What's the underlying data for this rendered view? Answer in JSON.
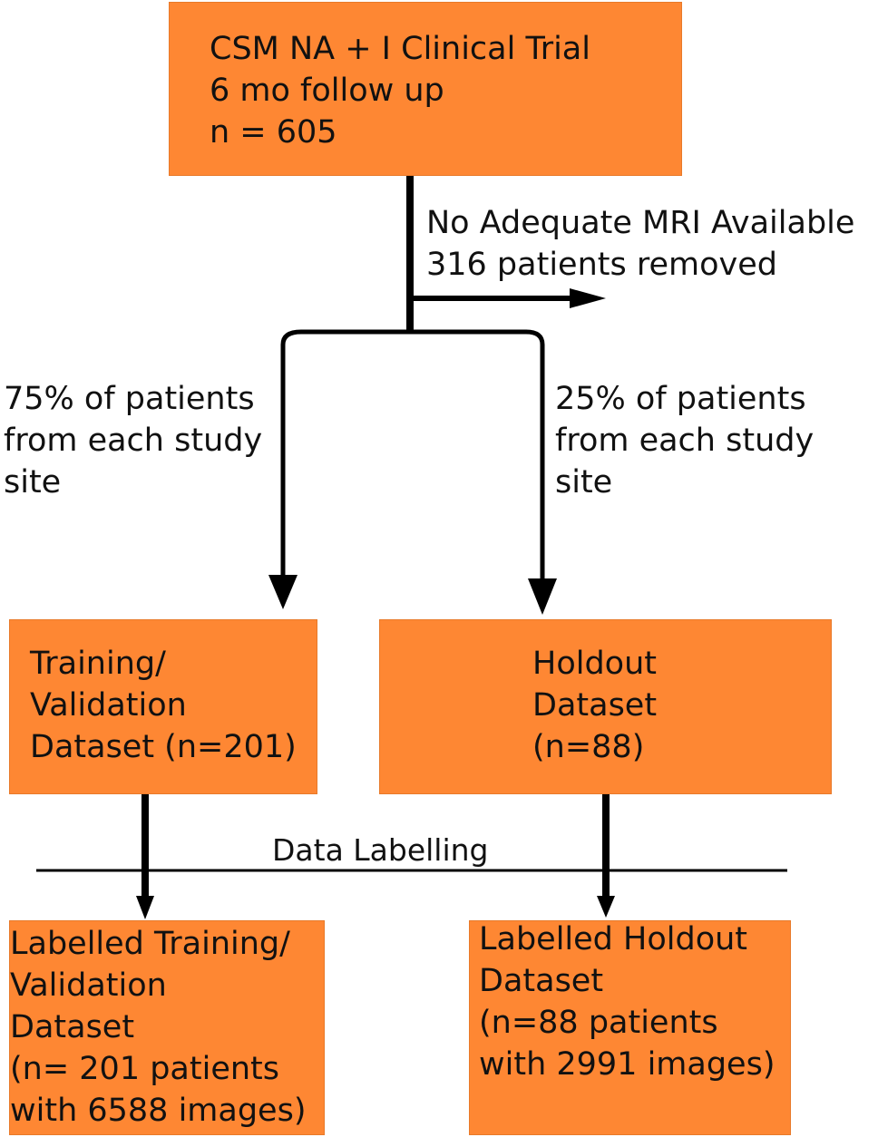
{
  "boxes": {
    "trial": {
      "line1": "CSM NA + I Clinical Trial",
      "line2": "6 mo follow up",
      "line3": "n = 605"
    },
    "training": {
      "line1": "Training/",
      "line2": "Validation",
      "line3": "Dataset (n=201)"
    },
    "holdout": {
      "line1": "Holdout",
      "line2": "Dataset",
      "line3": "(n=88)"
    },
    "labelled_training": {
      "line1": "Labelled Training/",
      "line2": "Validation",
      "line3": "Dataset",
      "line4": "(n= 201 patients",
      "line5": "with 6588 images)"
    },
    "labelled_holdout": {
      "line1": "Labelled Holdout",
      "line2": "Dataset",
      "line3": "(n=88 patients",
      "line4": "with 2991 images)"
    }
  },
  "labels": {
    "exclusion": {
      "line1": "No Adequate MRI Available",
      "line2": "316 patients removed"
    },
    "split_left": {
      "line1": "75% of patients",
      "line2": "from each study",
      "line3": "site"
    },
    "split_right": {
      "line1": "25% of patients",
      "line2": "from each study",
      "line3": "site"
    },
    "data_labelling": "Data Labelling"
  },
  "colors": {
    "box_fill": "#fe8733",
    "box_border": "#e87a2a",
    "line": "#000000"
  }
}
